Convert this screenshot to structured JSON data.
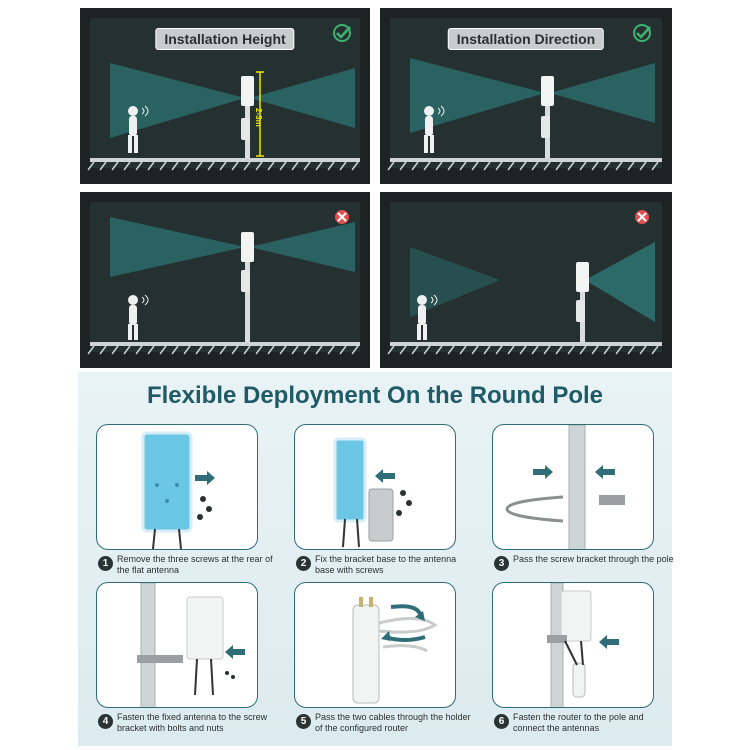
{
  "installation_panels": {
    "height_title": "Installation Height",
    "direction_title": "Installation Direction",
    "height_label": "2-3m",
    "status_icons": [
      "check-icon",
      "check-icon",
      "cross-icon",
      "cross-icon"
    ],
    "colors": {
      "panel_bg": "#1d2222",
      "beam": "#2f8a8a",
      "height_marker": "#e8e800",
      "check": "#3cb371",
      "cross": "#e05050"
    }
  },
  "deployment": {
    "title": "Flexible Deployment On the Round Pole",
    "steps": [
      {
        "number": "1",
        "text": "Remove the three screws at the rear of the flat antenna"
      },
      {
        "number": "2",
        "text": "Fix the bracket base to the antenna base with screws"
      },
      {
        "number": "3",
        "text": "Pass the screw bracket through the pole"
      },
      {
        "number": "4",
        "text": "Fasten the fixed antenna to the screw bracket with bolts and nuts"
      },
      {
        "number": "5",
        "text": "Pass the two cables through the holder of the configured router"
      },
      {
        "number": "6",
        "text": "Fasten the router to the pole and connect the antennas"
      }
    ],
    "colors": {
      "title": "#1f5a67",
      "card_border": "#2f6d78",
      "antenna_blue": "#6cc6e6",
      "arrow": "#2f6d78"
    }
  }
}
